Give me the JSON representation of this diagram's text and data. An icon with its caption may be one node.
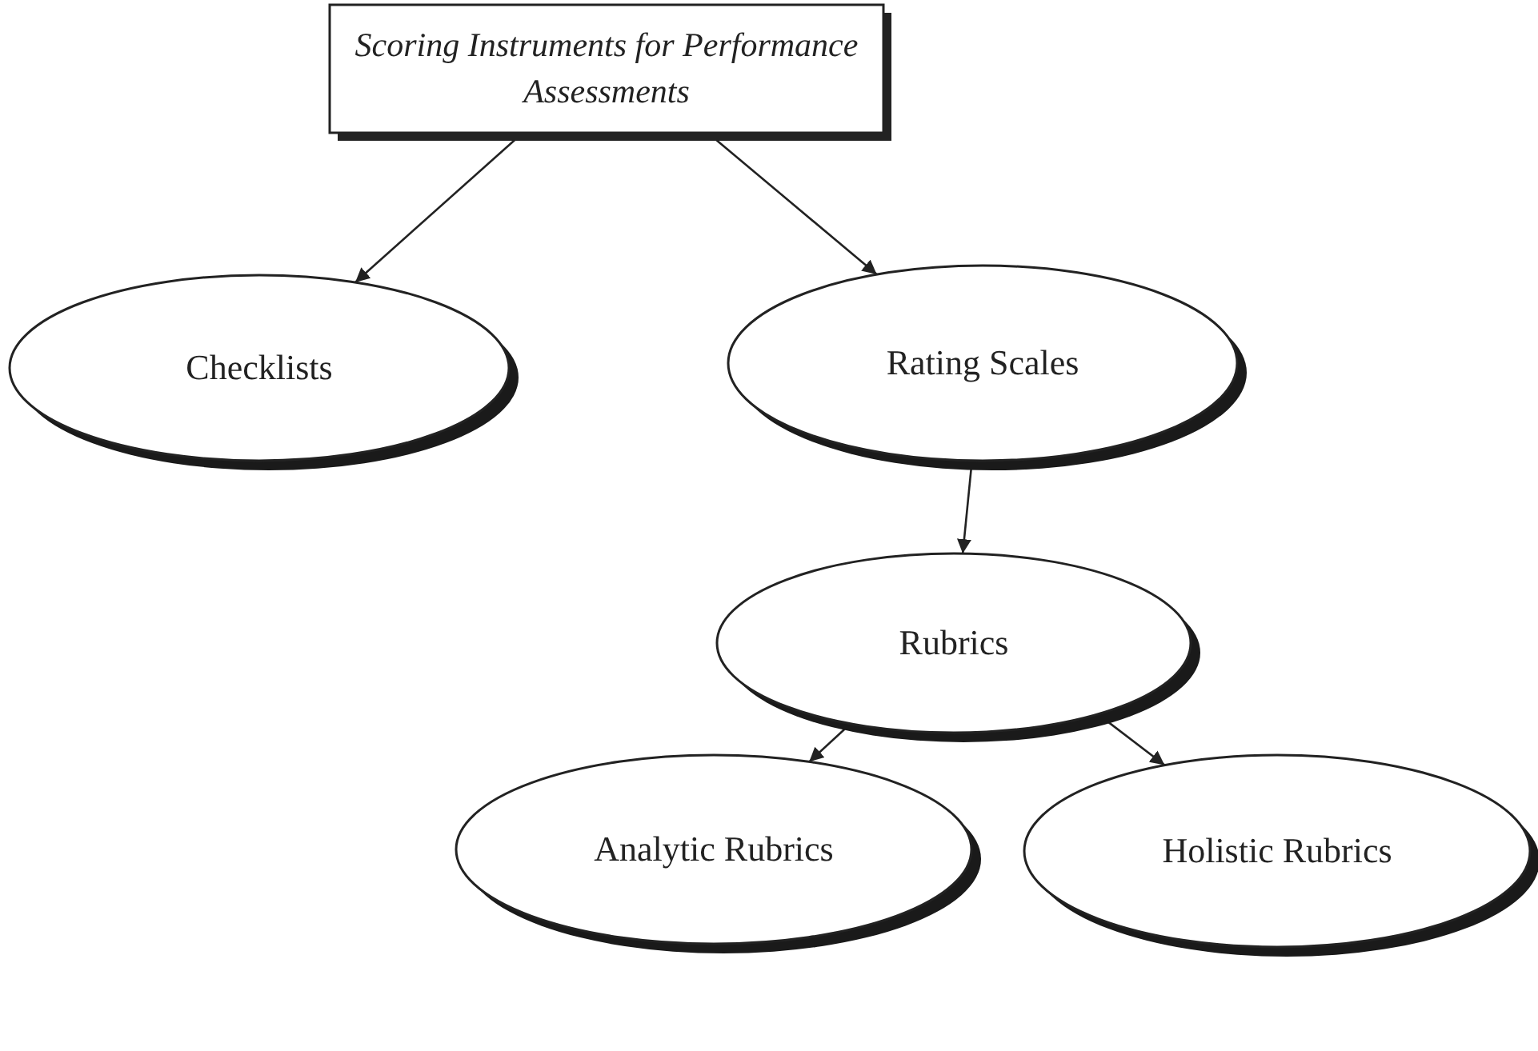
{
  "diagram": {
    "nodes": [
      {
        "text": [
          "Scoring Instruments for Performance Assessments"
        ]
      },
      {
        "text": [
          "Checklists"
        ]
      },
      {
        "text": [
          "Rating Scales"
        ]
      },
      {
        "text": [
          "Rubrics"
        ]
      },
      {
        "text": [
          "Analytic Rubrics"
        ]
      },
      {
        "text": [
          "Holistic Rubrics"
        ]
      }
    ],
    "edges": [
      {
        "from": 0,
        "to": 1,
        "arrow": "to"
      },
      {
        "from": 0,
        "to": 2,
        "arrow": "to"
      },
      {
        "from": 2,
        "to": 3,
        "arrow": "to"
      },
      {
        "from": 3,
        "to": 4,
        "arrow": "to"
      },
      {
        "from": 3,
        "to": 5,
        "arrow": "to"
      }
    ]
  }
}
